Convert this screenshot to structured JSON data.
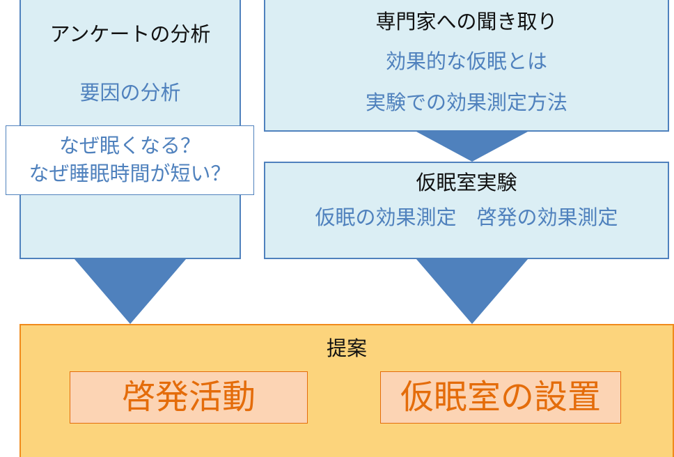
{
  "survey": {
    "title": "アンケートの分析",
    "detail": "要因の分析"
  },
  "questions": {
    "line1": "なぜ眠くなる？",
    "line2": "なぜ睡眠時間が短い？"
  },
  "interview": {
    "title": "専門家への聞き取り",
    "item1": "効果的な仮眠とは",
    "item2": "実験での効果測定方法"
  },
  "experiment": {
    "title": "仮眠室実験",
    "items": "仮眠の効果測定　啓発の効果測定"
  },
  "proposal": {
    "title": "提案",
    "option1": "啓発活動",
    "option2": "仮眠室の設置"
  },
  "colors": {
    "box_fill": "#dbeef4",
    "box_border": "#4f81bd",
    "arrow": "#4f81bd",
    "proposal_fill": "#fcd47c",
    "proposal_border": "#f08a1c",
    "option_fill": "#fcd4b4",
    "option_text": "#e46c0a"
  }
}
